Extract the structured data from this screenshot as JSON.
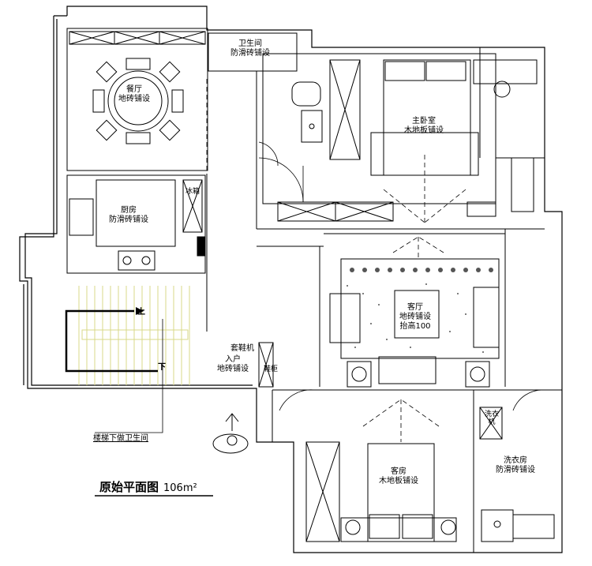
{
  "rooms": {
    "dining": {
      "name": "餐厅",
      "floor": "地砖铺设"
    },
    "bath_top": {
      "name": "卫生间",
      "floor": "防滑砖铺设"
    },
    "master": {
      "name": "主卧室",
      "floor": "木地板铺设"
    },
    "kitchen": {
      "name": "厨房",
      "floor": "防滑砖铺设"
    },
    "living": {
      "name": "客厅",
      "floor": "地砖铺设",
      "note": "抬高100"
    },
    "entry": {
      "name": "入户",
      "floor": "地砖铺设"
    },
    "guest": {
      "name": "客房",
      "floor": "木地板铺设"
    },
    "laundry": {
      "name": "洗衣房",
      "floor": "防滑砖铺设"
    }
  },
  "fixtures": {
    "fridge": "冰箱",
    "shoe_dryer": "套鞋机",
    "shoe_cabinet": "鞋柜",
    "washer": "洗衣机"
  },
  "stairs": {
    "up": "上",
    "down": "下",
    "under_note": "楼梯下做卫生间"
  },
  "plan_title": "原始平面图",
  "plan_area": "106m²",
  "colors": {
    "line": "#000000",
    "stair": "#d9d98a",
    "hatch": "#555555"
  }
}
